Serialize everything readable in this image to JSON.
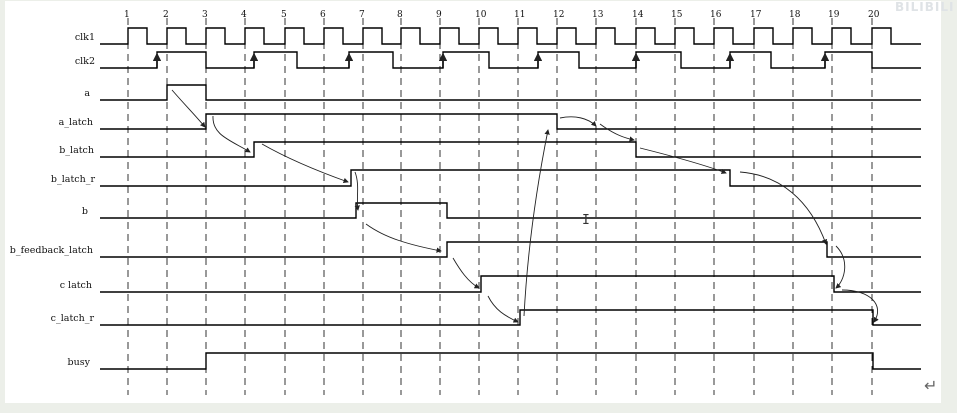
{
  "cycles": [
    "1",
    "2",
    "3",
    "4",
    "5",
    "6",
    "7",
    "8",
    "9",
    "10",
    "11",
    "12",
    "13",
    "14",
    "15",
    "16",
    "17",
    "18",
    "19",
    "20"
  ],
  "signals": [
    {
      "name": "clk1"
    },
    {
      "name": "clk2"
    },
    {
      "name": "a"
    },
    {
      "name": "a_latch"
    },
    {
      "name": "b_latch"
    },
    {
      "name": "b_latch_r"
    },
    {
      "name": "b"
    },
    {
      "name": "b_feedback_latch"
    },
    {
      "name": "c latch"
    },
    {
      "name": "c_latch_r"
    },
    {
      "name": "busy"
    }
  ],
  "watermark": "BILIBILI",
  "end_mark": "↵",
  "cursor_glyph": "I"
}
